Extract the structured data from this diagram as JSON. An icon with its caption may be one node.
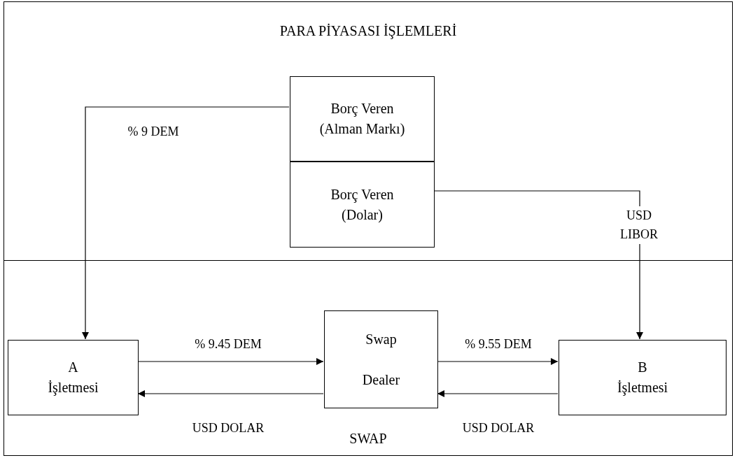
{
  "diagram": {
    "nodes": [
      {
        "text": [
          "PARA PİYASASI İŞLEMLERİ"
        ]
      },
      {
        "text": [
          "Borç Veren (Alman Markı)"
        ],
        "in": 0
      },
      {
        "text": [
          "Borç Veren (Dolar)"
        ],
        "in": 0
      },
      {
        "text": [
          "SWAP"
        ]
      },
      {
        "text": [
          "A İşletmesi"
        ],
        "in": 3
      },
      {
        "text": [
          "Swap Dealer"
        ],
        "in": 3
      },
      {
        "text": [
          "B İşletmesi"
        ],
        "in": 3
      }
    ],
    "edges": [
      {
        "from": 1,
        "to": 4,
        "arrow": "to",
        "label": "% 9 DEM"
      },
      {
        "from": 2,
        "to": 6,
        "arrow": "to",
        "label": "USD LIBOR"
      },
      {
        "from": 4,
        "to": 5,
        "arrow": "to",
        "label": "% 9.45 DEM"
      },
      {
        "from": 5,
        "to": 6,
        "arrow": "to",
        "label": "% 9.55 DEM"
      },
      {
        "from": 6,
        "to": 5,
        "arrow": "to",
        "label": "USD DOLAR"
      },
      {
        "from": 5,
        "to": 4,
        "arrow": "to",
        "label": "USD DOLAR"
      }
    ]
  }
}
